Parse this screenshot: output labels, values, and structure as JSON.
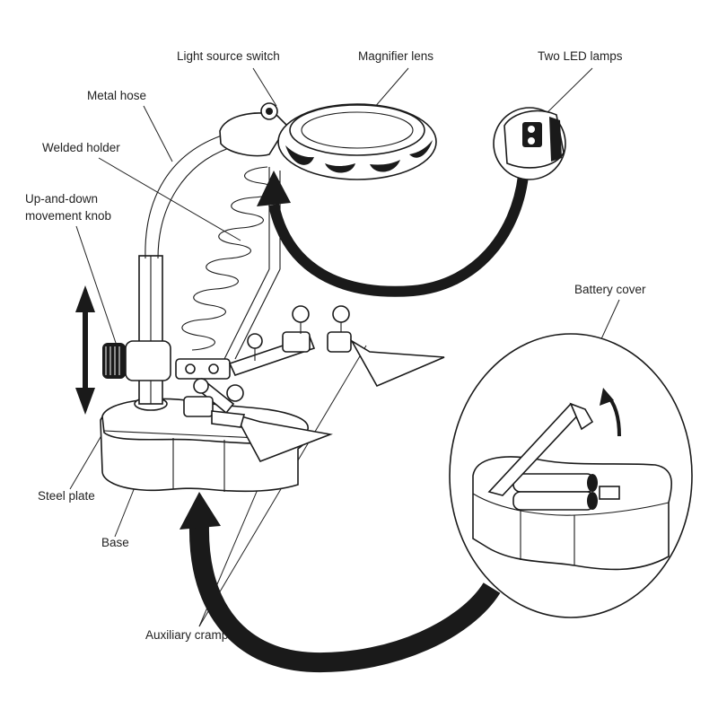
{
  "labels": {
    "light_source_switch": "Light source switch",
    "magnifier_lens": "Magnifier lens",
    "two_led_lamps": "Two LED lamps",
    "metal_hose": "Metal hose",
    "welded_holder": "Welded holder",
    "up_down_line1": "Up-and-down",
    "up_down_line2": "movement knob",
    "battery_cover": "Battery cover",
    "steel_plate": "Steel plate",
    "base": "Base",
    "auxiliary_cramp": "Auxiliary cramp"
  },
  "colors": {
    "ink": "#1a1a1a",
    "background": "#ffffff"
  }
}
